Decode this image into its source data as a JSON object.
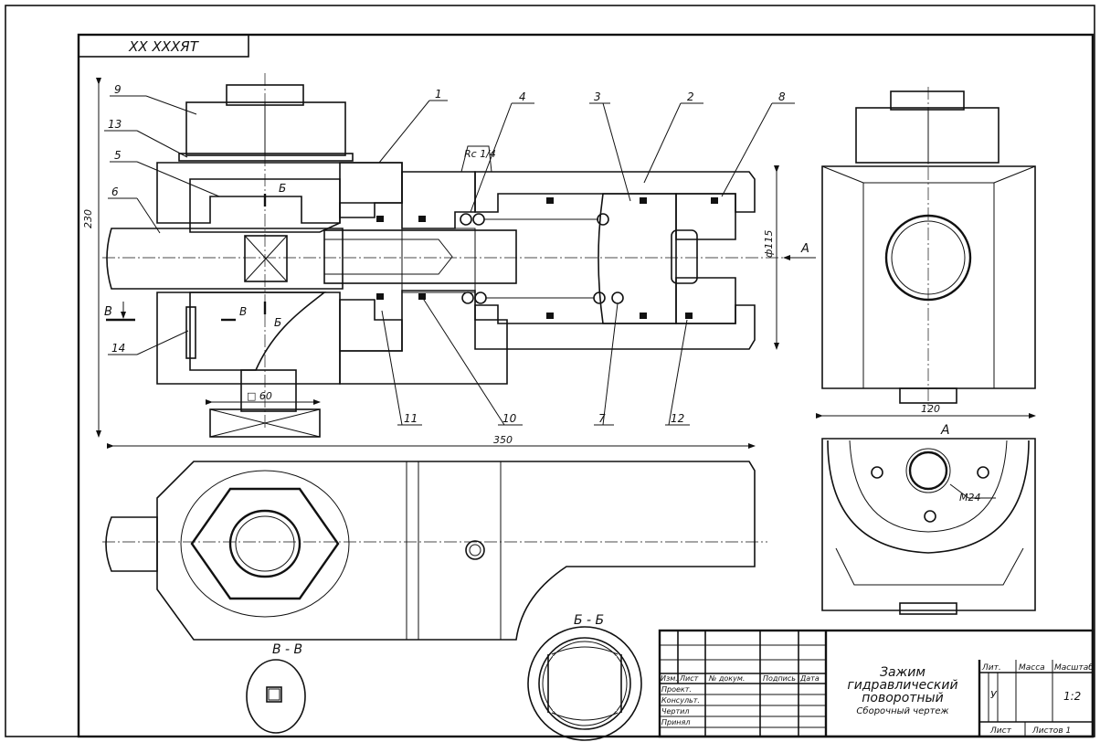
{
  "stamp": {
    "code": "XX XXXЯТ"
  },
  "callouts": [
    "1",
    "2",
    "3",
    "4",
    "5",
    "6",
    "7",
    "8",
    "9",
    "10",
    "11",
    "12",
    "13",
    "14"
  ],
  "dimensions": {
    "overall_height": "230",
    "overall_length": "350",
    "bore_diameter": "ф115",
    "side_width": "120",
    "square": "□ 60",
    "port": "Rc 1/4",
    "thread": "M24"
  },
  "views": {
    "arrow_a": "A",
    "view_a": "A",
    "cut_b": "Б",
    "cut_v": "В",
    "section_bb": "Б - Б",
    "section_vv": "В - В"
  },
  "title_block": {
    "title_line1": "Зажим",
    "title_line2": "гидравлический",
    "title_line3": "поворотный",
    "subtitle": "Сборочный чертеж",
    "headers": [
      "Изм.",
      "Лист",
      "№ докум.",
      "Подпись",
      "Дата"
    ],
    "roles": [
      "Проект.",
      "Консульт.",
      "Чертил",
      "Принял"
    ],
    "lit_label": "Лит.",
    "mass_label": "Масса",
    "scale_label": "Масштаб",
    "lit_value": "У",
    "scale_value": "1:2",
    "sheet_label": "Лист",
    "sheets_label": "Листов 1"
  }
}
